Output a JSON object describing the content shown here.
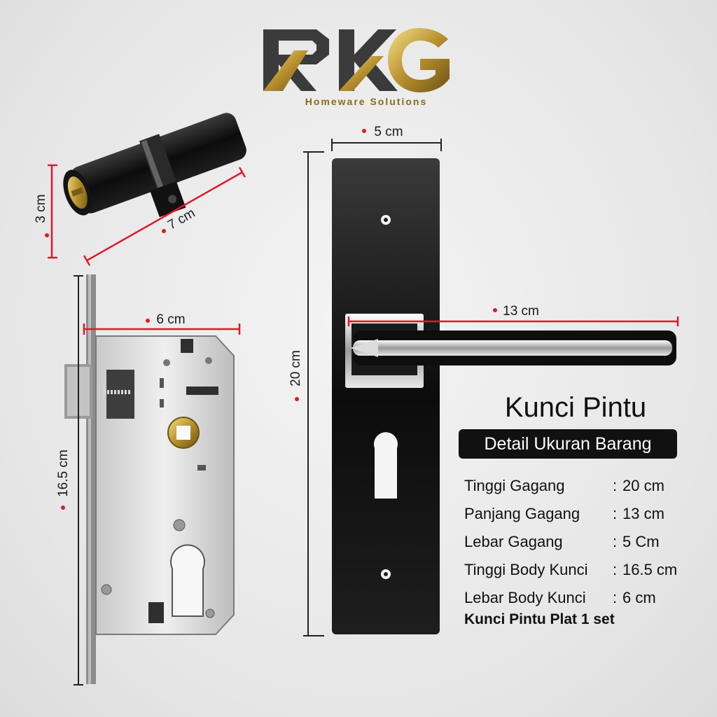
{
  "brand": {
    "logo_text": "RKG",
    "tagline": "Homeware Solutions"
  },
  "dimensions": {
    "cylinder_height": "3 cm",
    "cylinder_length": "7 cm",
    "plate_width": "5 cm",
    "plate_height": "20 cm",
    "handle_length": "13 cm",
    "body_width": "6 cm",
    "body_height": "16.5 cm"
  },
  "product": {
    "title": "Kunci Pintu",
    "subtitle": "Detail Ukuran Barang",
    "separator": ":",
    "specs": [
      {
        "label": "Tinggi Gagang",
        "value": "20 cm"
      },
      {
        "label": "Panjang Gagang",
        "value": "13 cm"
      },
      {
        "label": "Lebar Gagang",
        "value": "5 Cm"
      },
      {
        "label": "Tinggi Body Kunci",
        "value": "16.5 cm"
      },
      {
        "label": "Lebar Body Kunci",
        "value": "6 cm"
      }
    ],
    "footer": "Kunci Pintu Plat 1 set"
  },
  "colors": {
    "measure_red": "#e0182a",
    "gold": "#b8902e",
    "black": "#111111"
  }
}
